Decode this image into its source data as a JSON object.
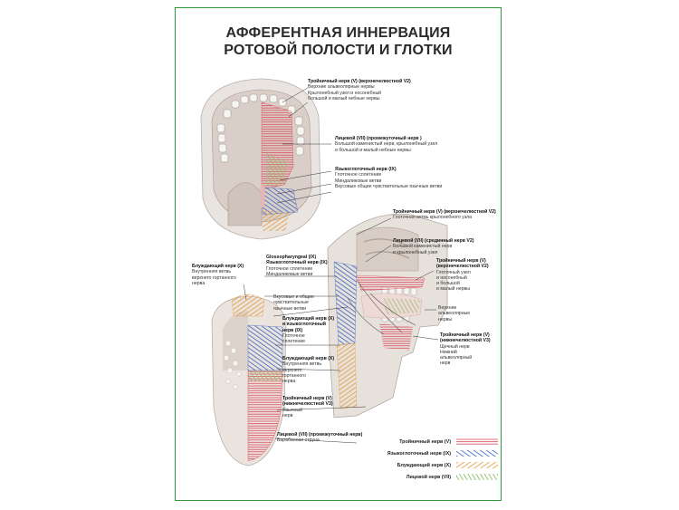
{
  "title": {
    "line1": "АФФЕРЕНТНАЯ ИННЕРВАЦИЯ",
    "line2": "РОТОВОЙ ПОЛОСТИ И ГЛОТКИ"
  },
  "labels": {
    "trigeminal_v2_top": {
      "head": "Тройничный нерв (V) (верхнечелюстной V2)",
      "lines": [
        "Верхние альвеолярные нервы",
        "",
        "Крылонебный узел и носонебный",
        "большой и малый небные нервы"
      ]
    },
    "facial_vii_top": {
      "head": "Лицевой (VII) (промежуточный нерв )",
      "lines": [
        "Большой каменистый нерв, крылонебный узел",
        "и большой и малый небные нервы"
      ]
    },
    "glossopharyngeal_top": {
      "head": "Языкоглоточный нерв (IX)",
      "lines": [
        "Глоточное сплетение",
        "Миндаликовые ветви",
        "Вкусовые общие чувствительные язычные ветви"
      ]
    },
    "trigeminal_v2_side": {
      "head": "Тройничный нерв (V) (верхнечелюстной V2)",
      "lines": [
        "Глоточная ветвь крылонебного узла"
      ]
    },
    "facial_vii_side": {
      "head": "Лицевой (VII) (срединный нерв V2)",
      "lines": [
        "Большой каменистый нерв",
        "и крылонебный узел"
      ]
    },
    "trigeminal_v2_right": {
      "head": "Тройничный нерв (V) (верхнечелюстной V2)",
      "lines": [
        "Глоточный узел",
        "и носонебный",
        "и большой",
        "и малый нервы"
      ]
    },
    "upper_alveolar": {
      "head": "",
      "lines": [
        "Верхние",
        "альвеолярные",
        "нервы"
      ]
    },
    "trigeminal_v3_right": {
      "head": "Тройничный нерв (V) (нижнечелюстной V3)",
      "lines": [
        "Щечный нерв",
        "Нижний",
        "альвеолярный",
        "нерв"
      ]
    },
    "vagus_left": {
      "head": "Блуждающий нерв (X)",
      "lines": [
        "Внутренняя ветвь",
        "верхнего гортанного",
        "нерва"
      ]
    },
    "glosso_mid": {
      "head": "Glossopharyngeal (IX) Языкоглоточный нерв (IX)",
      "lines": [
        "Глоточное сплетение",
        "",
        "Миндаликовые ветви"
      ]
    },
    "taste_mid": {
      "head": "",
      "lines": [
        "Вкусовые и общие",
        "чувствительные",
        "язычные ветви"
      ]
    },
    "vagus_glosso_mid": {
      "head": "Блуждающий нерв (X) и языкоглоточный нерв (IX)",
      "lines": [
        "Глоточное",
        "сплетение"
      ]
    },
    "vagus_mid": {
      "head": "Блуждающий нерв (X)",
      "lines": [
        "Внутренняя ветвь",
        "верхнего",
        "гортанного",
        "нерва"
      ]
    },
    "trigeminal_v3_mid": {
      "head": "Тройничный нерв (V) (нижнечелюстной V3)",
      "lines": [
        "Язычный",
        "нерв"
      ]
    },
    "facial_chorda": {
      "head": "Лицевой (VII) (промежуточный нерв)",
      "lines": [
        "Барабанная струна"
      ]
    }
  },
  "legend": [
    {
      "label": "Тройничный нерв (V)",
      "color": "#d9485a"
    },
    {
      "label": "Языкоглоточный нерв (IX)",
      "color": "#4a6fc4"
    },
    {
      "label": "Блуждающий нерв (X)",
      "color": "#e6a24a"
    },
    {
      "label": "Лицевой нерв (VII)",
      "color": "#8cc062"
    }
  ]
}
